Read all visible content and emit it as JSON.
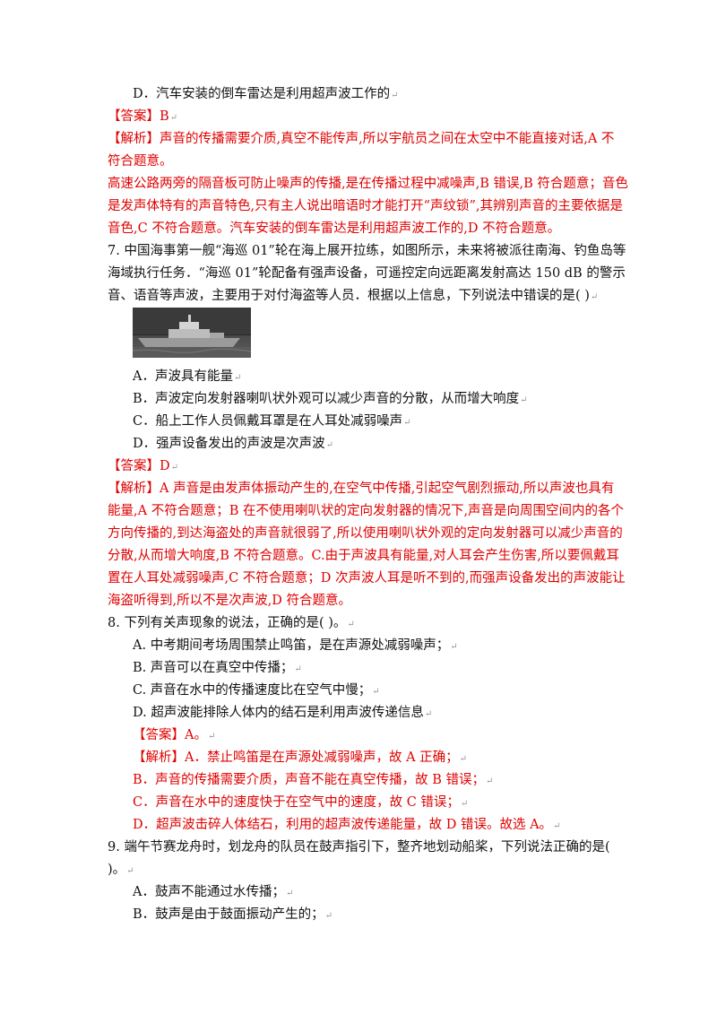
{
  "q6": {
    "option_d": "D．汽车安装的倒车雷达是利用超声波工作的",
    "answer": "【答案】B",
    "analysis": [
      "【解析】声音的传播需要介质,真空不能传声,所以宇航员之间在太空中不能直接对话,A 不",
      "符合题意。",
      "高速公路两旁的隔音板可防止噪声的传播,是在传播过程中减噪声,B 错误,B 符合题意；音色",
      "是发声体特有的声音特色,只有主人说出暗语时才能打开“声纹锁”,其辨别声音的主要依据是",
      "音色,C 不符合题意。汽车安装的倒车雷达是利用超声波工作的,D 不符合题意。"
    ]
  },
  "q7": {
    "stem": [
      "7. 中国海事第一舰“海巡 01”轮在海上展开拉练，如图所示，未来将被派往南海、钓鱼岛等",
      "海域执行任务．“海巡 01”轮配备有强声设备，可遥控定向远距离发射高达 150 dB 的警示",
      "音、语音等声波，主要用于对付海盗等人员．根据以上信息，下列说法中错误的是(  )"
    ],
    "options": [
      "A．声波具有能量",
      "B．声波定向发射器喇叭状外观可以减少声音的分散，从而增大响度",
      "C．船上工作人员佩戴耳罩是在人耳处减弱噪声",
      "D．强声设备发出的声波是次声波"
    ],
    "answer": "【答案】D",
    "analysis": [
      "【解析】A 声音是由发声体振动产生的,在空气中传播,引起空气剧烈振动,所以声波也具有",
      "能量,A 不符合题意；B 在不使用喇叭状的定向发射器的情况下,声音是向周围空间内的各个",
      "方向传播的,到达海盗处的声音就很弱了,所以使用喇叭状外观的定向发射器可以减少声音的",
      "分散,从而增大响度,B 不符合题意。C.由于声波具有能量,对人耳会产生伤害,所以要佩戴耳",
      "置在人耳处减弱噪声,C 不符合题意；D 次声波人耳是听不到的,而强声设备发出的声波能让",
      "海盗听得到,所以不是次声波,D 符合题意。"
    ]
  },
  "q8": {
    "stem": "8. 下列有关声现象的说法，正确的是(        )。",
    "options": [
      "A. 中考期间考场周围禁止鸣笛，是在声源处减弱噪声；",
      "B. 声音可以在真空中传播；",
      "C. 声音在水中的传播速度比在空气中慢；",
      "D. 超声波能排除人体内的结石是利用声波传递信息"
    ],
    "answer": "【答案】A。",
    "analysis": [
      "【解析】A．禁止鸣笛是在声源处减弱噪声，故 A 正确；",
      "B．声音的传播需要介质，声音不能在真空传播，故 B 错误；",
      "C．声音在水中的速度快于在空气中的速度，故 C 错误；",
      "D．超声波击碎人体结石，利用的超声波传递能量，故 D 错误。故选 A。"
    ]
  },
  "q9": {
    "stem": [
      "9. 端午节赛龙舟时，划龙舟的队员在鼓声指引下，整齐地划动船桨，下列说法正确的是(",
      ")。"
    ],
    "options": [
      "A．鼓声不能通过水传播；",
      "B．鼓声是由于鼓面振动产生的；"
    ]
  },
  "colors": {
    "answer_red": "#e00000",
    "text": "#111111"
  },
  "image": {
    "icon": "ship-photo"
  }
}
